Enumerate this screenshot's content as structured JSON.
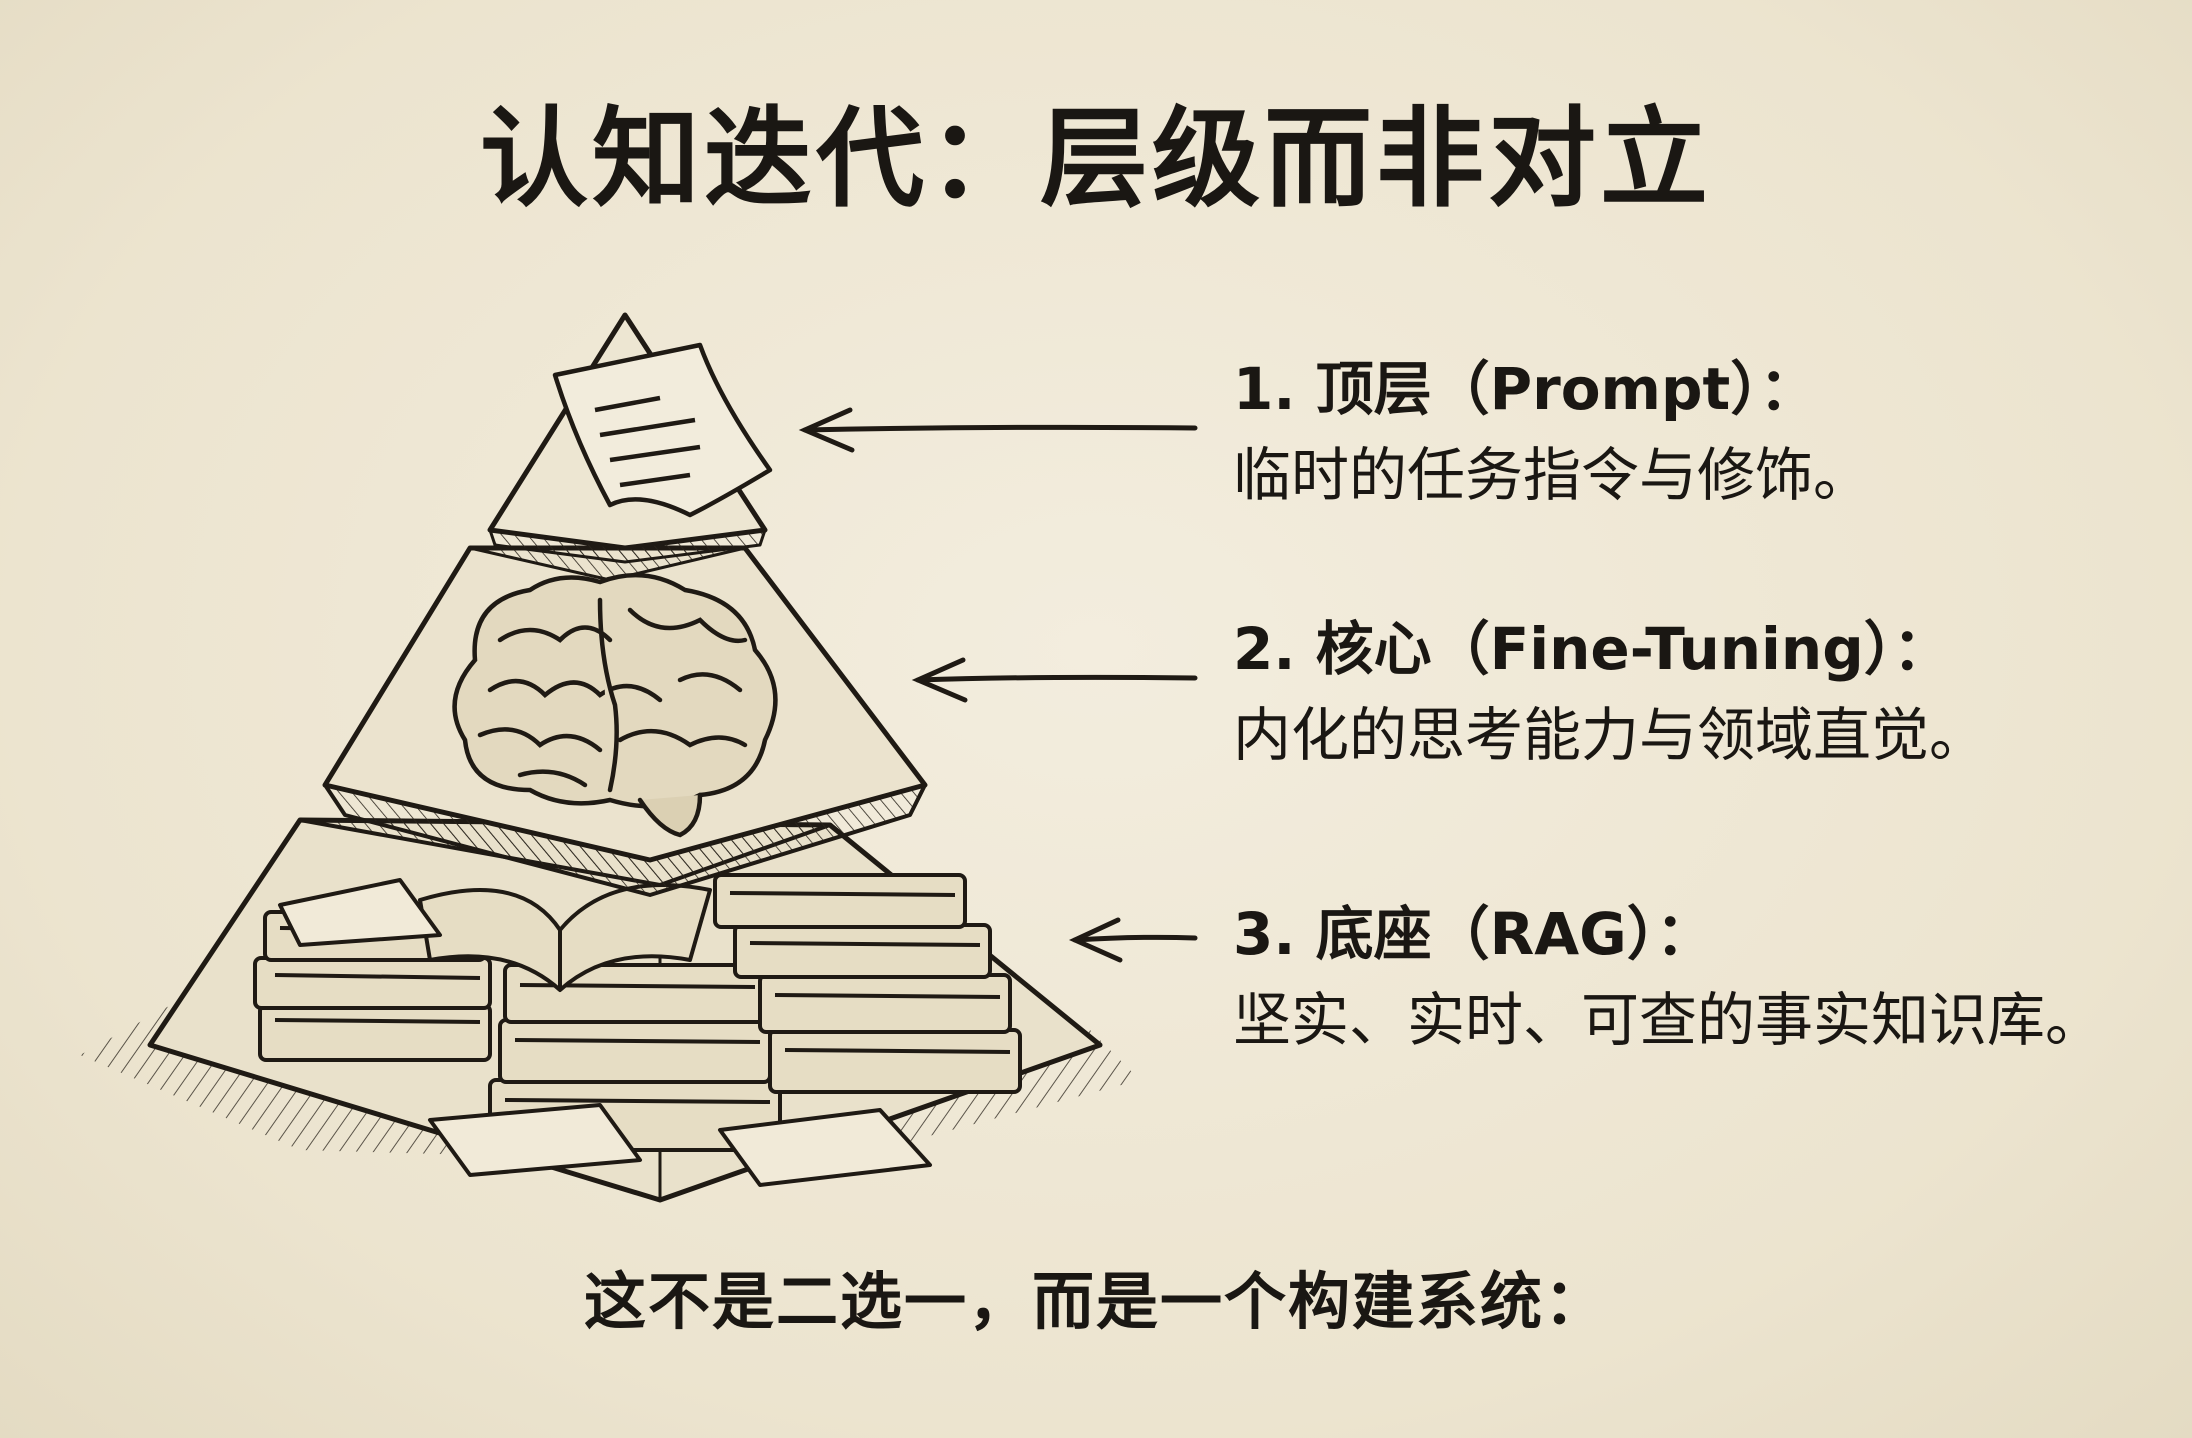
{
  "title": "认知迭代：层级而非对立",
  "layers": [
    {
      "heading": "1. 顶层（Prompt）：",
      "description": "临时的任务指令与修饰。"
    },
    {
      "heading": "2. 核心（Fine-Tuning）：",
      "description": "内化的思考能力与领域直觉。"
    },
    {
      "heading": "3. 底座（RAG）：",
      "description": "坚实、实时、可查的事实知识库。"
    }
  ],
  "footer": "这不是二选一，而是一个构建系统：",
  "icons": [
    "sticky-note-icon",
    "brain-icon",
    "books-stack-icon",
    "arrow-left-icon"
  ],
  "colors": {
    "paper": "#efe8d5",
    "ink": "#1a1713"
  }
}
